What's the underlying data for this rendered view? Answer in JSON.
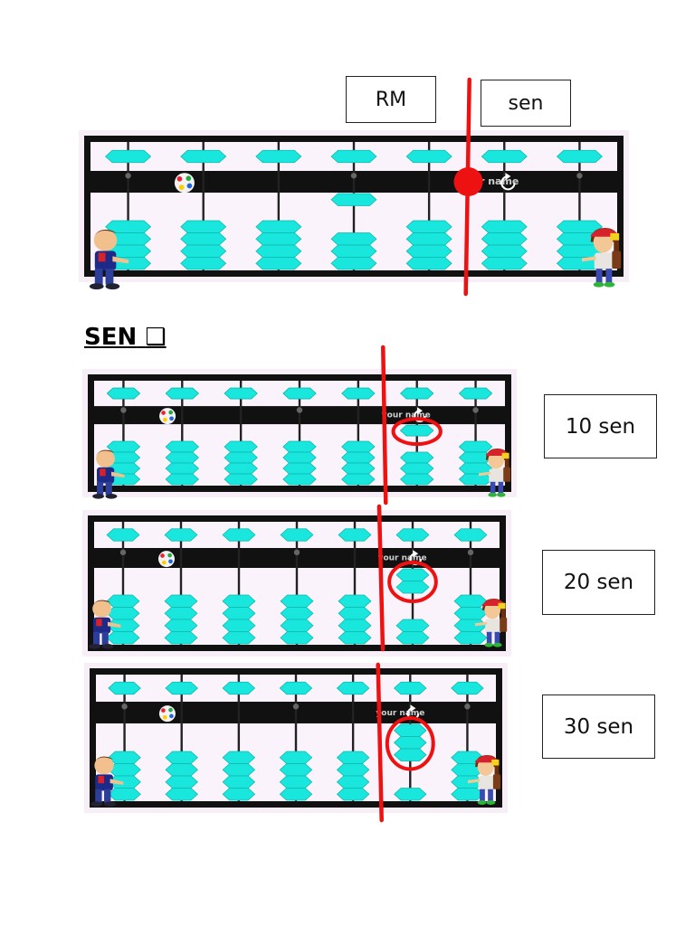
{
  "labels": {
    "rm": "RM",
    "sen": "sen",
    "heading_word": "SEN",
    "heading_symbol": "❑",
    "ten_sen": "10 sen",
    "twenty_sen": "20 sen",
    "thirty_sen": "30 sen"
  },
  "abacus_text": {
    "your_name": "your name"
  },
  "colors": {
    "bead": "#19e6dc",
    "frame": "#111111",
    "panel_bg": "#fbf3fb",
    "marker_red": "#ee1111"
  },
  "icons": [
    "palette-icon",
    "reset-icon",
    "boy-character",
    "girl-character"
  ],
  "chart_data": [
    {
      "type": "abacus",
      "rods": 7,
      "earth_beads_per_rod": 4,
      "earth_beads_up": [
        0,
        0,
        0,
        1,
        0,
        0,
        0
      ],
      "divider_after_rod": 5,
      "divider_marker": true
    },
    {
      "type": "abacus",
      "rods": 7,
      "earth_beads_per_rod": 4,
      "earth_beads_up": [
        0,
        0,
        0,
        0,
        0,
        1,
        0
      ],
      "divider_after_rod": 5,
      "highlighted_rod": 6
    },
    {
      "type": "abacus",
      "rods": 7,
      "earth_beads_per_rod": 4,
      "earth_beads_up": [
        0,
        0,
        0,
        0,
        0,
        2,
        0
      ],
      "divider_after_rod": 5,
      "highlighted_rod": 6
    },
    {
      "type": "abacus",
      "rods": 7,
      "earth_beads_per_rod": 4,
      "earth_beads_up": [
        0,
        0,
        0,
        0,
        0,
        3,
        0
      ],
      "divider_after_rod": 5,
      "highlighted_rod": 6
    }
  ]
}
